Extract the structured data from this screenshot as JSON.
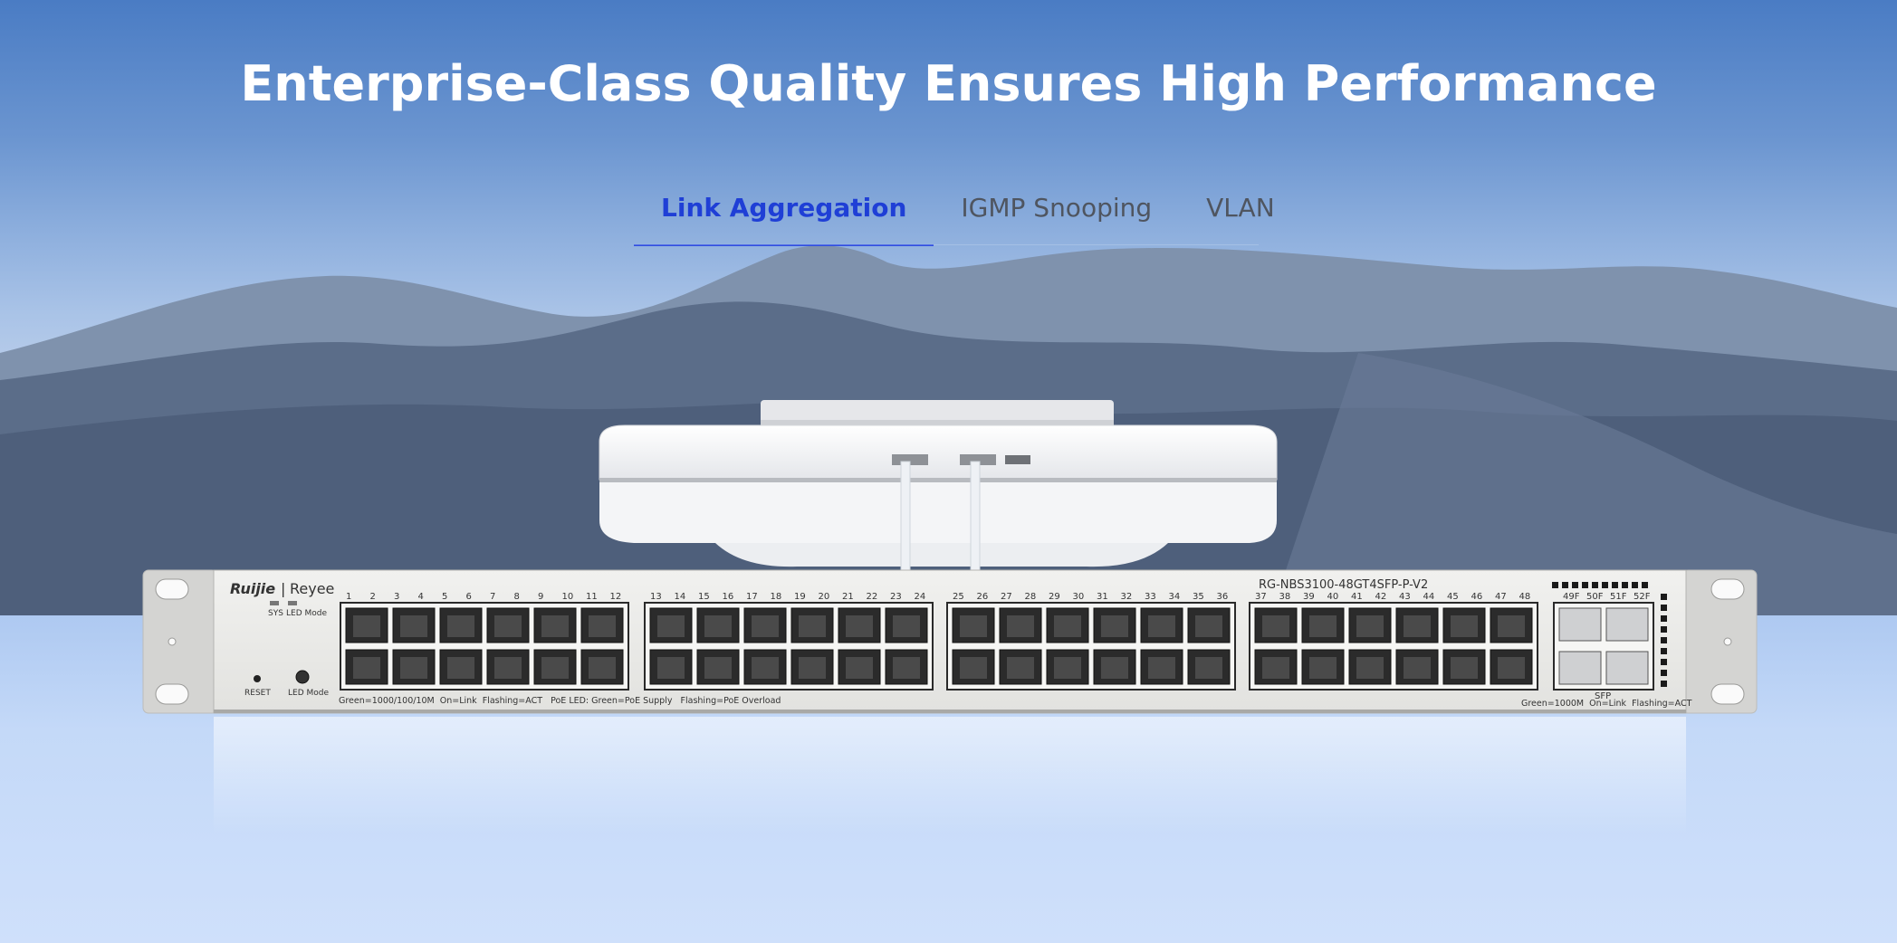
{
  "hero": {
    "title": "Enterprise-Class Quality Ensures High Performance"
  },
  "tabs": [
    {
      "label": "Link Aggregation",
      "active": true
    },
    {
      "label": "IGMP Snooping",
      "active": false
    },
    {
      "label": "VLAN",
      "active": false
    }
  ],
  "switch": {
    "brand": "Ruijie",
    "sub_brand": "Reyee",
    "model": "RG-NBS3100-48GT4SFP-P-V2",
    "sys_label": "SYS",
    "led_mode_label": "LED Mode",
    "reset_label": "RESET",
    "led_mode_button_label": "LED Mode",
    "port_numbers_group1": [
      "1",
      "2",
      "3",
      "4",
      "5",
      "6",
      "7",
      "8",
      "9",
      "10",
      "11",
      "12"
    ],
    "port_numbers_group2": [
      "13",
      "14",
      "15",
      "16",
      "17",
      "18",
      "19",
      "20",
      "21",
      "22",
      "23",
      "24"
    ],
    "port_numbers_group3": [
      "25",
      "26",
      "27",
      "28",
      "29",
      "30",
      "31",
      "32",
      "33",
      "34",
      "35",
      "36"
    ],
    "port_numbers_group4": [
      "37",
      "38",
      "39",
      "40",
      "41",
      "42",
      "43",
      "44",
      "45",
      "46",
      "47",
      "48"
    ],
    "sfp_ports": [
      "49F",
      "50F",
      "51F",
      "52F"
    ],
    "sfp_label": "SFP",
    "legend_left": "Green=1000/100/10M  On=Link  Flashing=ACT   PoE LED: Green=PoE Supply   Flashing=PoE Overload",
    "legend_right": "Green=1000M  On=Link  Flashing=ACT"
  },
  "colors": {
    "active_tab": "#1f3fd6",
    "inactive_tab": "#4f5560",
    "headline": "#ffffff",
    "cable_accent": "#3a9be0"
  }
}
